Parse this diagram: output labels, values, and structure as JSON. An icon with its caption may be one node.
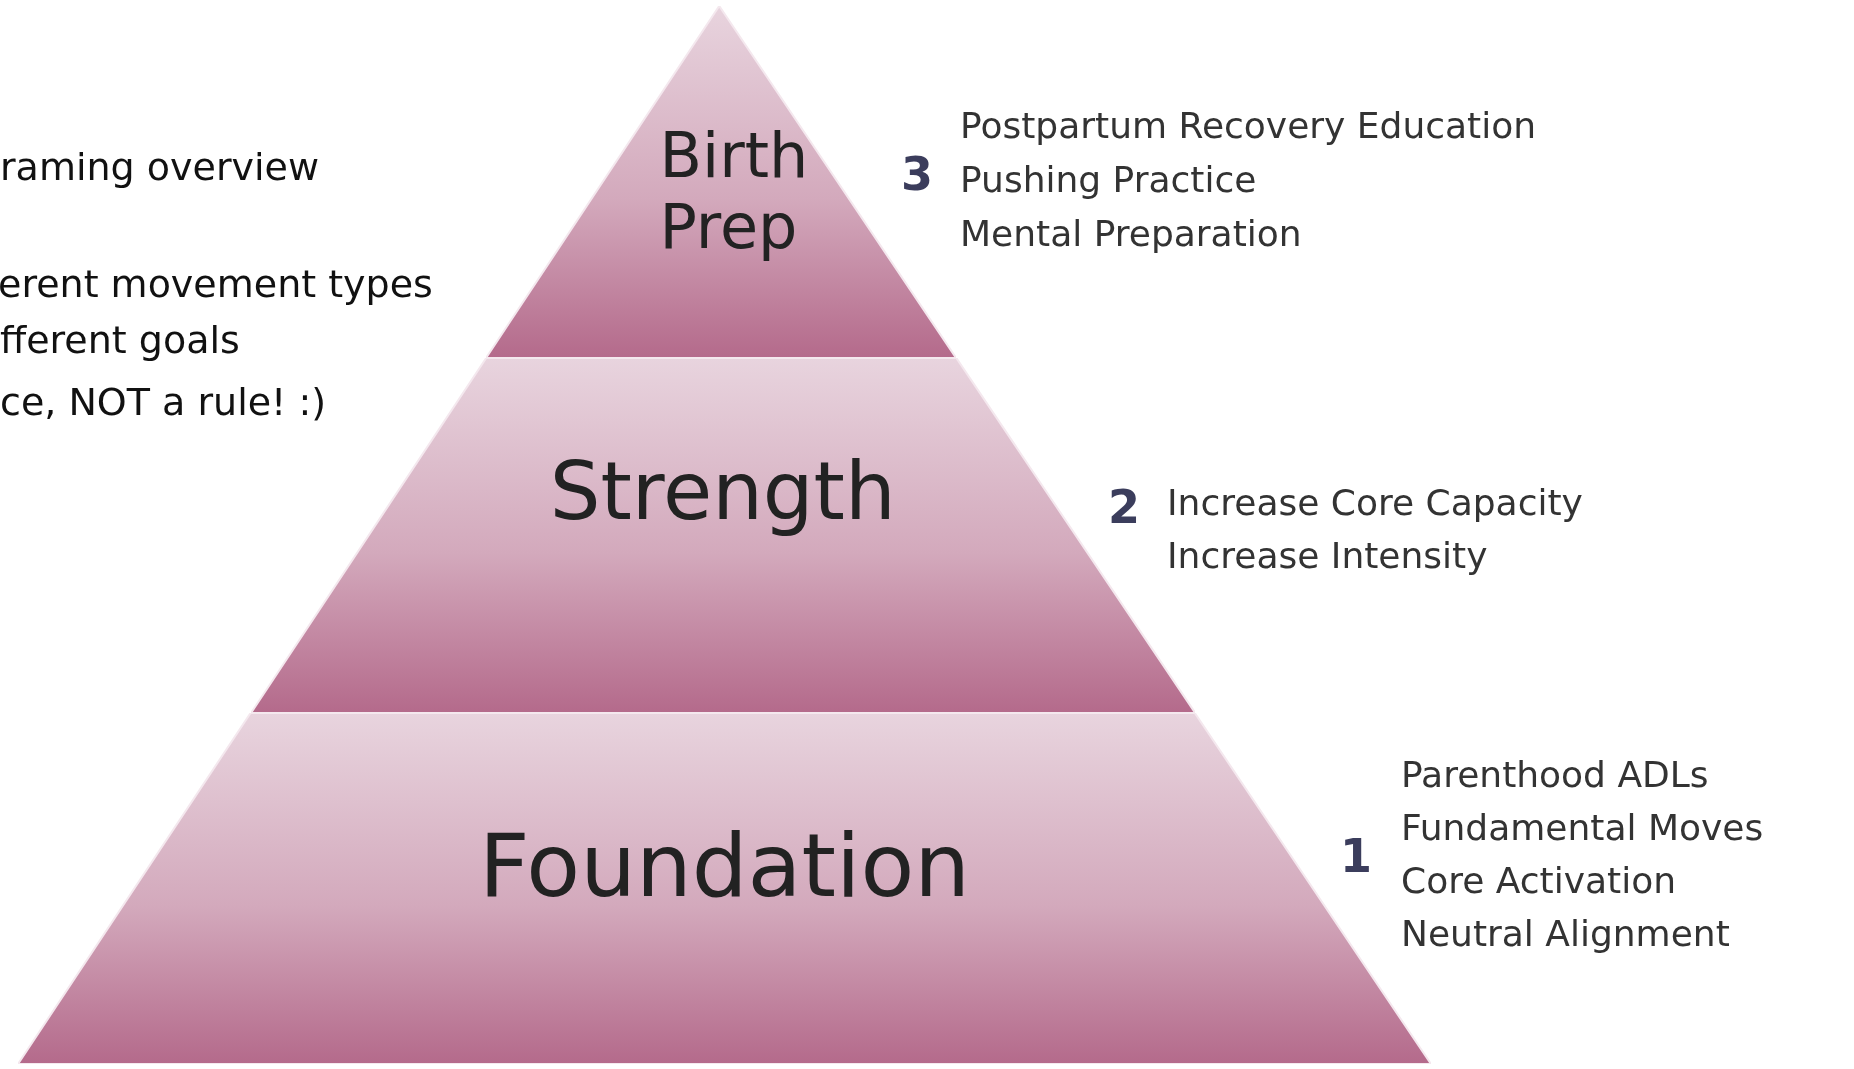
{
  "diagram": {
    "nodes": [
      {
        "text": [
          "Birth Prep"
        ],
        "beside": [
          "3",
          "Postpartum Recovery Education",
          "Pushing Practice",
          "Mental Preparation"
        ]
      },
      {
        "text": [
          "Strength"
        ],
        "beside": [
          "2",
          "Increase Core Capacity",
          "Increase Intensity"
        ]
      },
      {
        "text": [
          "Foundation"
        ],
        "beside": [
          "1",
          "Parenthood ADLs",
          "Fundamental Moves",
          "Core Activation",
          "Neutral Alignment"
        ]
      }
    ],
    "labels": [
      "raming overview",
      "erent movement types",
      "fferent goals",
      "ce, NOT a rule! :)"
    ]
  }
}
